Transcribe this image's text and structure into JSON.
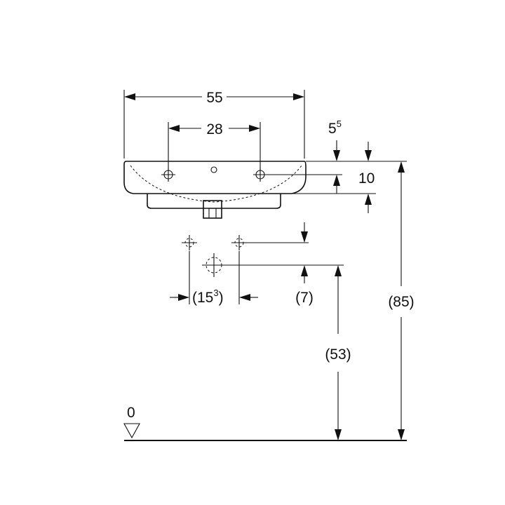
{
  "dimensions": {
    "overall_width": "55",
    "tap_spacing": "28",
    "rim_offset_base": "5",
    "rim_offset_sup": "5",
    "rim_thickness": "10",
    "supply_spacing_open": "(15",
    "supply_spacing_sup": "3",
    "supply_spacing_close": ")",
    "supply_drain_gap": "(7)",
    "drain_height": "(53)",
    "rim_height": "(85)",
    "floor_level": "0"
  },
  "colors": {
    "line": "#111111",
    "background": "#ffffff"
  }
}
